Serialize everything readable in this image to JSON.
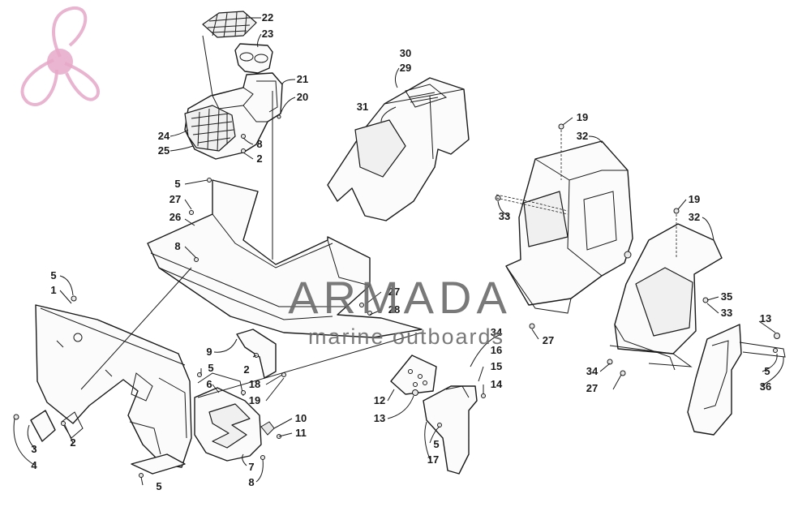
{
  "diagram": {
    "type": "exploded-parts-diagram",
    "callouts": [
      {
        "id": "c22a",
        "text": "22"
      },
      {
        "id": "c23a",
        "text": "23"
      },
      {
        "id": "c21a",
        "text": "21"
      },
      {
        "id": "c20a",
        "text": "20"
      },
      {
        "id": "c24a",
        "text": "24"
      },
      {
        "id": "c25a",
        "text": "25"
      },
      {
        "id": "c8a",
        "text": "8"
      },
      {
        "id": "c2a",
        "text": "2"
      },
      {
        "id": "c5a",
        "text": "5"
      },
      {
        "id": "c27a",
        "text": "27"
      },
      {
        "id": "c26a",
        "text": "26"
      },
      {
        "id": "c8b",
        "text": "8"
      },
      {
        "id": "c5b",
        "text": "5"
      },
      {
        "id": "c1a",
        "text": "1"
      },
      {
        "id": "c30a",
        "text": "30"
      },
      {
        "id": "c29a",
        "text": "29"
      },
      {
        "id": "c31a",
        "text": "31"
      },
      {
        "id": "c19a",
        "text": "19"
      },
      {
        "id": "c32a",
        "text": "32"
      },
      {
        "id": "c33a",
        "text": "33"
      },
      {
        "id": "c19b",
        "text": "19"
      },
      {
        "id": "c32b",
        "text": "32"
      },
      {
        "id": "c27b",
        "text": "27"
      },
      {
        "id": "c28a",
        "text": "28"
      },
      {
        "id": "c35a",
        "text": "35"
      },
      {
        "id": "c33b",
        "text": "33"
      },
      {
        "id": "c13a",
        "text": "13"
      },
      {
        "id": "c27c",
        "text": "27"
      },
      {
        "id": "c34a",
        "text": "34"
      },
      {
        "id": "c16a",
        "text": "16"
      },
      {
        "id": "c15a",
        "text": "15"
      },
      {
        "id": "c14a",
        "text": "14"
      },
      {
        "id": "c9a",
        "text": "9"
      },
      {
        "id": "c5c",
        "text": "5"
      },
      {
        "id": "c6a",
        "text": "6"
      },
      {
        "id": "c2b",
        "text": "2"
      },
      {
        "id": "c18a",
        "text": "18"
      },
      {
        "id": "c19c",
        "text": "19"
      },
      {
        "id": "c12a",
        "text": "12"
      },
      {
        "id": "c13b",
        "text": "13"
      },
      {
        "id": "c10a",
        "text": "10"
      },
      {
        "id": "c11a",
        "text": "11"
      },
      {
        "id": "c7a",
        "text": "7"
      },
      {
        "id": "c8c",
        "text": "8"
      },
      {
        "id": "c5d",
        "text": "5"
      },
      {
        "id": "c17a",
        "text": "17"
      },
      {
        "id": "c5e",
        "text": "5"
      },
      {
        "id": "c2c",
        "text": "2"
      },
      {
        "id": "c3a",
        "text": "3"
      },
      {
        "id": "c4a",
        "text": "4"
      },
      {
        "id": "c34b",
        "text": "34"
      },
      {
        "id": "c27d",
        "text": "27"
      },
      {
        "id": "c5f",
        "text": "5"
      },
      {
        "id": "c36a",
        "text": "36"
      }
    ]
  },
  "watermark": {
    "brand": "ARMADA",
    "tagline": "marine outboards",
    "color": "#6b6b6b",
    "logo_color": "#e6a8c8"
  }
}
